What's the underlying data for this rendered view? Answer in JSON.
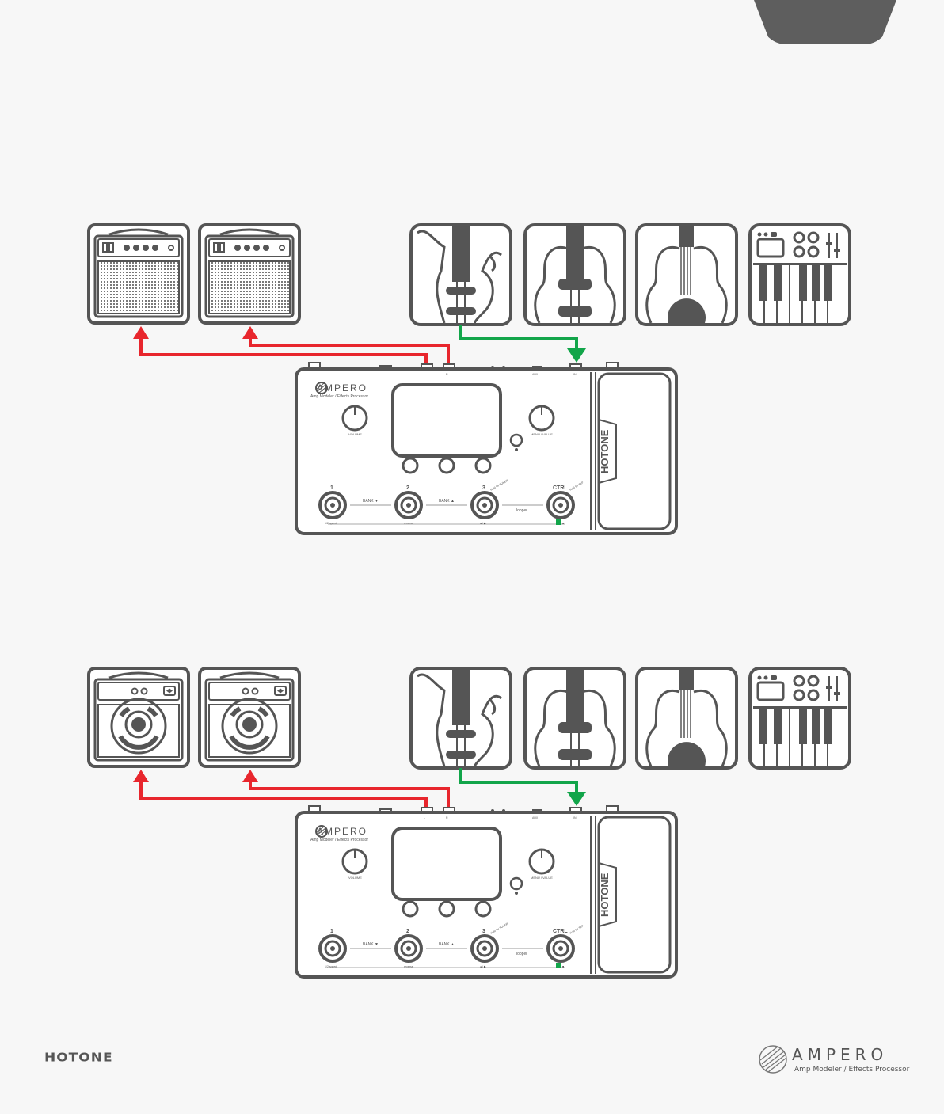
{
  "branding": {
    "hotone": "HOTONE",
    "product": "AMPERO",
    "tagline": "Amp Modeler / Effects Processor"
  },
  "device": {
    "brand_vertical": "HOTONE",
    "knob_left": "VOLUME",
    "knob_right": "MENU / VALUE",
    "switches": [
      "1",
      "2",
      "3",
      "CTRL"
    ],
    "bank_down": "BANK ▼",
    "bank_up": "BANK ▲",
    "looper": "looper",
    "sub_1": "1/2 speed",
    "sub_2": "reverse",
    "sub_3": "● / ▶",
    "sub_ctrl": "■",
    "tag_3": "Hold for TUNER",
    "tag_ctrl": "Hold for TAP",
    "port_l": "L",
    "port_r": "R",
    "port_in": "IN",
    "port_aux": "AUX",
    "port_phones": "☰"
  },
  "cables": {
    "output_color": "#e8262d",
    "input_color": "#12a54a"
  },
  "icons": {
    "amps_top": [
      "guitar-amp-icon",
      "guitar-amp-icon"
    ],
    "amps_bottom": [
      "frfr-speaker-icon",
      "frfr-speaker-icon"
    ],
    "sources": [
      "electric-guitar-icon",
      "acoustic-guitar-icon",
      "classical-guitar-icon",
      "keyboard-synth-icon"
    ]
  }
}
